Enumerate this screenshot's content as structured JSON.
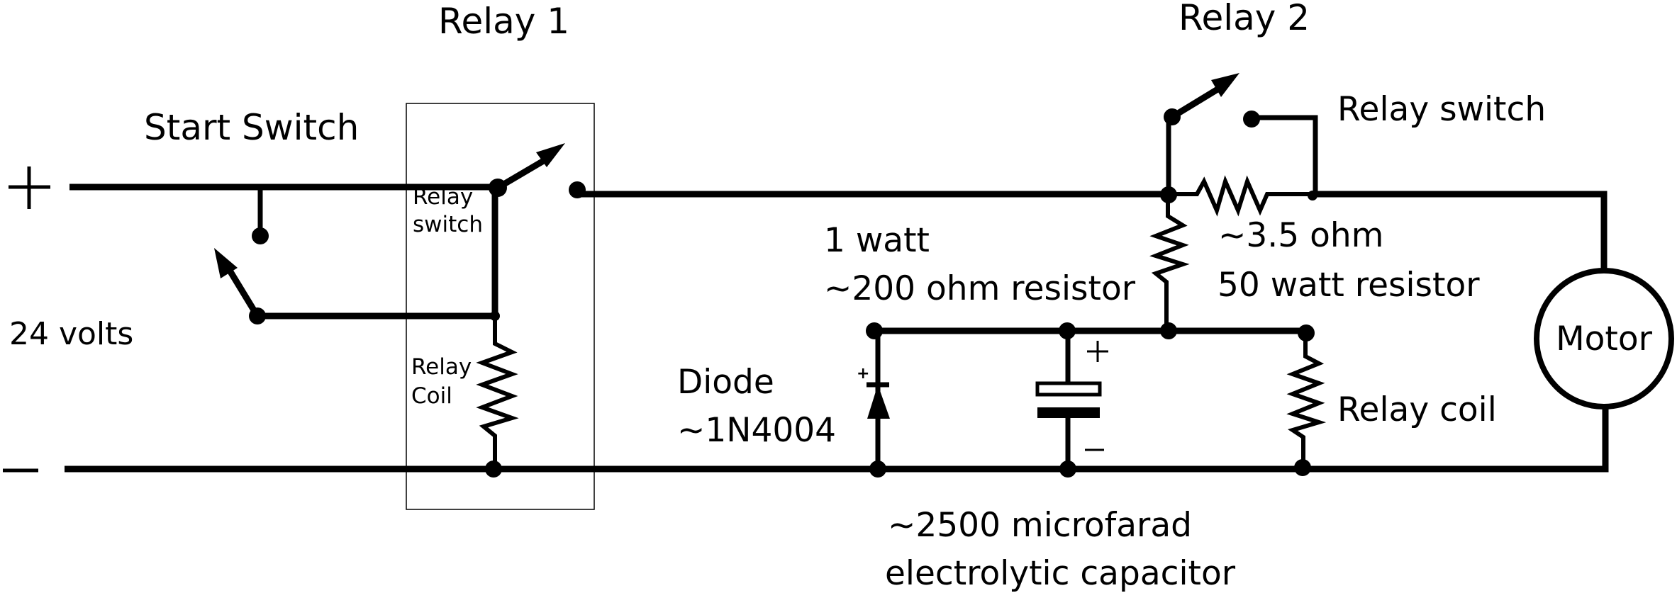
{
  "diagram": {
    "type": "circuit-schematic",
    "colors": {
      "ink": "#000000",
      "background": "#ffffff"
    },
    "supply": {
      "positive_symbol": "+",
      "negative_symbol": "−",
      "voltage_label": "24 volts"
    },
    "start_switch": {
      "label": "Start Switch"
    },
    "relay1": {
      "title": "Relay 1",
      "switch_label_line1": "Relay",
      "switch_label_line2": "switch",
      "coil_label_line1": "Relay",
      "coil_label_line2": "Coil"
    },
    "relay2": {
      "title": "Relay 2",
      "switch_label": "Relay switch",
      "coil_label": "Relay coil"
    },
    "resistor_200": {
      "line1": "1 watt",
      "line2": "~200 ohm resistor"
    },
    "resistor_3_5": {
      "line1": "~3.5 ohm",
      "line2": "50 watt resistor"
    },
    "diode": {
      "line1": "Diode",
      "line2": "~1N4004",
      "polarity_mark": "+"
    },
    "capacitor": {
      "line1": "~2500 microfarad",
      "line2": "electrolytic capacitor",
      "plus_mark": "+",
      "minus_mark": "−"
    },
    "motor": {
      "label": "Motor"
    }
  }
}
